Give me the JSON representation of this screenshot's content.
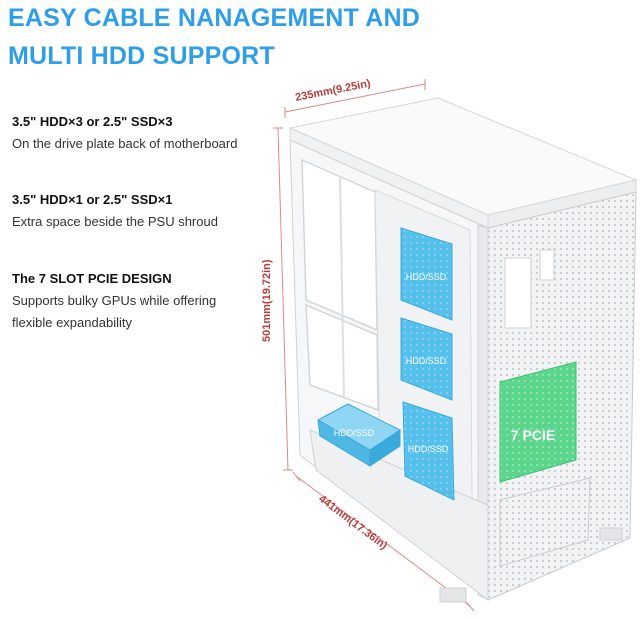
{
  "headline": {
    "line1": "EASY CABLE NANAGEMENT AND",
    "line2": "MULTI HDD SUPPORT"
  },
  "features": [
    {
      "title": "3.5\" HDD×3 or 2.5\" SSD×3",
      "desc": [
        "On the drive plate back of motherboard"
      ]
    },
    {
      "title": "3.5\" HDD×1 or 2.5\" SSD×1",
      "desc": [
        "Extra space beside the PSU shroud"
      ]
    },
    {
      "title": "The 7 SLOT PCIE DESIGN",
      "desc": [
        "Supports bulky GPUs while offering",
        "flexible expandability"
      ]
    }
  ],
  "dimensions": {
    "width": "235mm(9.25in)",
    "height": "501mm(19.72in)",
    "depth": "441mm(17.36in)"
  },
  "bay_labels": {
    "hdd_top": "HDD/SSD",
    "hdd_mid": "HDD/SSD",
    "hdd_bottom": "HDD/SSD",
    "hdd_shroud": "HDD/SSD",
    "pcie": "7 PCIE"
  },
  "colors": {
    "headline": "#2f9ee8",
    "dimension": "#b93c3c",
    "hdd_bay": "#5bc4ee",
    "pcie_bay": "#59d98a"
  }
}
